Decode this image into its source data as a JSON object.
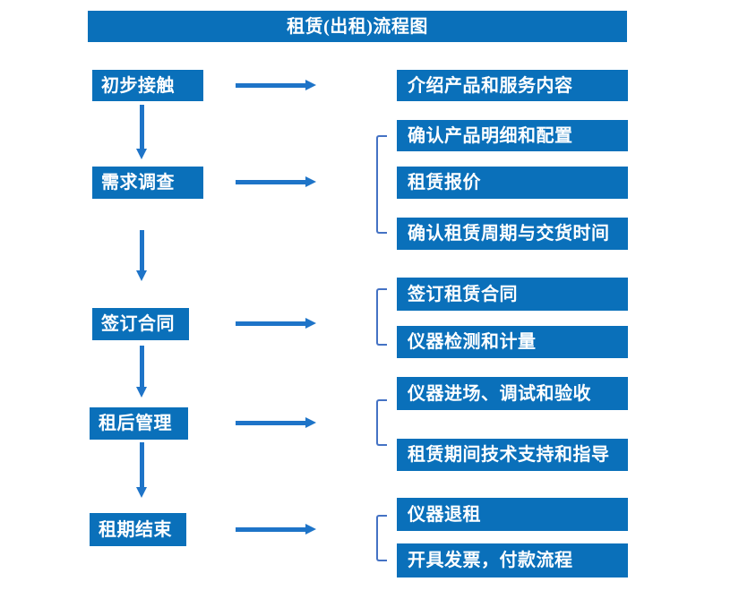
{
  "title": "租赁(出租)流程图",
  "stages": [
    {
      "label": "初步接触",
      "details": [
        "介绍产品和服务内容"
      ]
    },
    {
      "label": "需求调查",
      "details": [
        "确认产品明细和配置",
        "租赁报价",
        "确认租赁周期与交货时间"
      ]
    },
    {
      "label": "签订合同",
      "details": [
        "签订租赁合同",
        "仪器检测和计量"
      ]
    },
    {
      "label": "租后管理",
      "details": [
        "仪器进场、调试和验收",
        "租赁期间技术支持和指导"
      ]
    },
    {
      "label": "租期结束",
      "details": [
        "仪器退租",
        "开具发票，付款流程"
      ]
    }
  ],
  "colors": {
    "box_fill": "#0a70ba",
    "arrow": "#1e74c8",
    "bracket": "#4472c4",
    "text": "#ffffff",
    "background": "#ffffff"
  }
}
